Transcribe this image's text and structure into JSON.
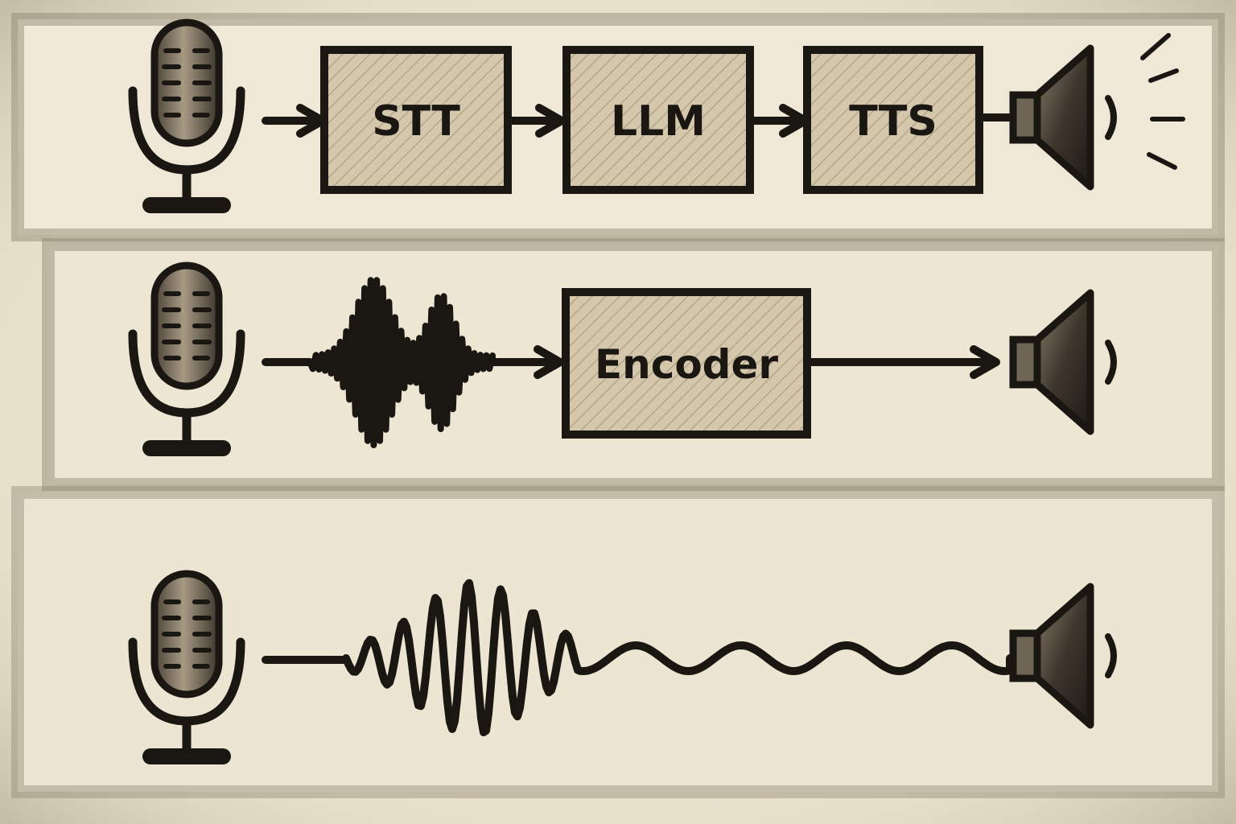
{
  "rows": [
    {
      "id": "cascade",
      "blocks": [
        {
          "label": "STT"
        },
        {
          "label": "LLM"
        },
        {
          "label": "TTS"
        }
      ]
    },
    {
      "id": "encoder",
      "blocks": [
        {
          "label": "Encoder"
        }
      ]
    },
    {
      "id": "end-to-end",
      "blocks": []
    }
  ],
  "icons": [
    "microphone-icon",
    "speaker-icon",
    "waveform-icon",
    "arrow-icon"
  ],
  "colors": {
    "paper": "#e9e1cc",
    "ink": "#1a1712",
    "box_fill": "#d4c7ab",
    "shadow": "#7d7463"
  }
}
